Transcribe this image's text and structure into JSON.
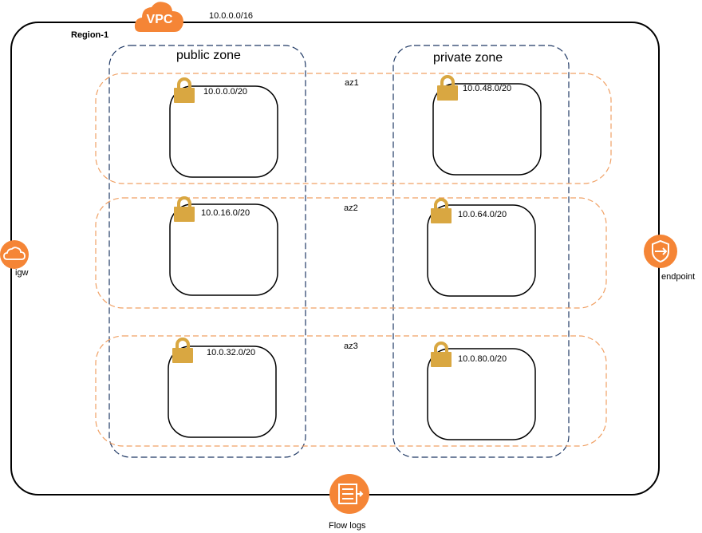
{
  "vpc": {
    "badge_label": "VPC",
    "cidr": "10.0.0.0/16"
  },
  "region": {
    "label": "Region-1"
  },
  "zones": {
    "public_label": "public zone",
    "private_label": "private zone"
  },
  "azs": [
    {
      "label": "az1",
      "public_subnet": "10.0.0.0/20",
      "private_subnet": "10.0.48.0/20"
    },
    {
      "label": "az2",
      "public_subnet": "10.0.16.0/20",
      "private_subnet": "10.0.64.0/20"
    },
    {
      "label": "az3",
      "public_subnet": "10.0.32.0/20",
      "private_subnet": "10.0.80.0/20"
    }
  ],
  "gateways": {
    "igw_label": "igw",
    "endpoint_label": "endpoint",
    "flow_logs_label": "Flow logs"
  },
  "icons": {
    "vpc": "vpc-cloud-icon",
    "igw": "internet-gateway-icon",
    "endpoint": "vpc-endpoint-icon",
    "flow_logs": "flow-logs-icon",
    "subnet": "lock-icon"
  },
  "colors": {
    "aws_orange": "#F58536",
    "lock_gold": "#D9A741",
    "zone_border": "#1F3864",
    "az_border": "#F0A064"
  }
}
